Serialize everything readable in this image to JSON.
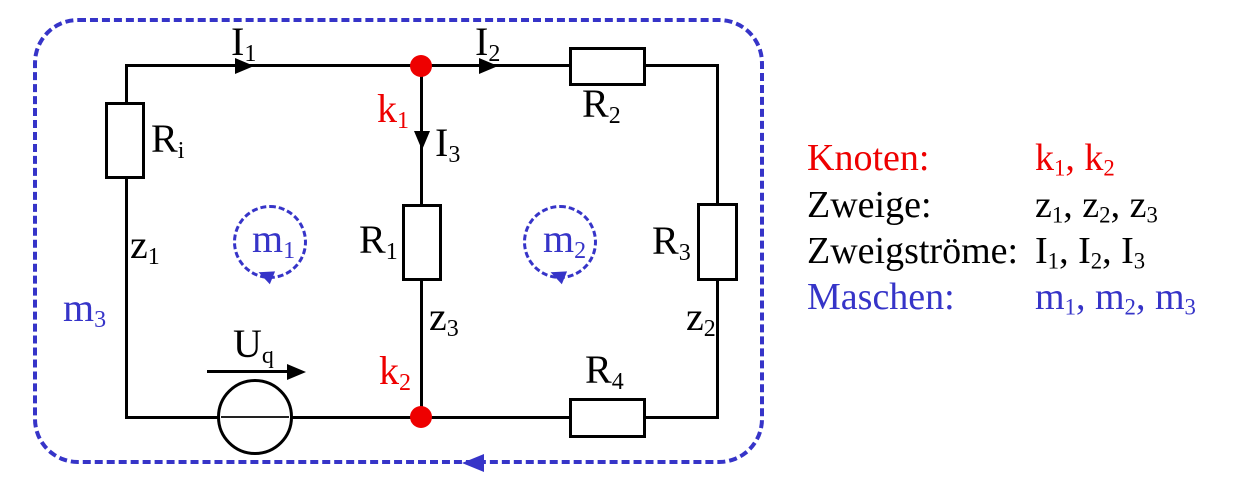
{
  "colors": {
    "wire": "#000000",
    "node": "#ee0000",
    "mesh": "#3634c8",
    "background": "#ffffff"
  },
  "circuit": {
    "labels": {
      "i1": {
        "base": "I",
        "sub": "1"
      },
      "i2": {
        "base": "I",
        "sub": "2"
      },
      "i3": {
        "base": "I",
        "sub": "3"
      },
      "ri": {
        "base": "R",
        "sub": "i"
      },
      "r1": {
        "base": "R",
        "sub": "1"
      },
      "r2": {
        "base": "R",
        "sub": "2"
      },
      "r3": {
        "base": "R",
        "sub": "3"
      },
      "r4": {
        "base": "R",
        "sub": "4"
      },
      "z1": {
        "base": "z",
        "sub": "1"
      },
      "z2": {
        "base": "z",
        "sub": "2"
      },
      "z3": {
        "base": "z",
        "sub": "3"
      },
      "uq": {
        "base": "U",
        "sub": "q"
      },
      "k1": {
        "base": "k",
        "sub": "1"
      },
      "k2": {
        "base": "k",
        "sub": "2"
      },
      "m1": {
        "base": "m",
        "sub": "1"
      },
      "m2": {
        "base": "m",
        "sub": "2"
      },
      "m3": {
        "base": "m",
        "sub": "3"
      }
    }
  },
  "legend": {
    "rows": [
      {
        "label": "Knoten:",
        "color": "#ee0000",
        "items": [
          {
            "base": "k",
            "sub": "1"
          },
          {
            "base": "k",
            "sub": "2"
          }
        ]
      },
      {
        "label": "Zweige:",
        "color": "#000000",
        "items": [
          {
            "base": "z",
            "sub": "1"
          },
          {
            "base": "z",
            "sub": "2"
          },
          {
            "base": "z",
            "sub": "3"
          }
        ]
      },
      {
        "label": "Zweigströme:",
        "color": "#000000",
        "items": [
          {
            "base": "I",
            "sub": "1"
          },
          {
            "base": "I",
            "sub": "2"
          },
          {
            "base": "I",
            "sub": "3"
          }
        ]
      },
      {
        "label": "Maschen:",
        "color": "#3634c8",
        "items": [
          {
            "base": "m",
            "sub": "1"
          },
          {
            "base": "m",
            "sub": "2"
          },
          {
            "base": "m",
            "sub": "3"
          }
        ]
      }
    ]
  }
}
